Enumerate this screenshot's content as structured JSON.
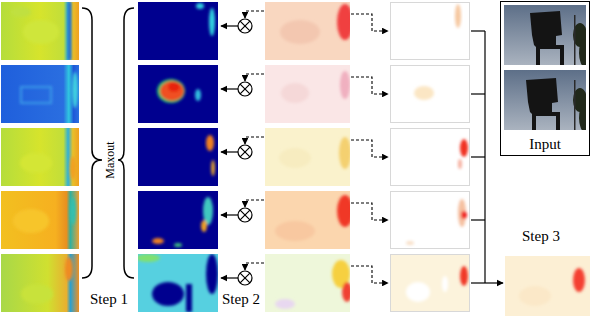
{
  "diagram": {
    "nodes": [
      {
        "text": [
          "Input"
        ]
      }
    ],
    "labels": [
      "Maxout",
      "Step 1",
      "Step 2",
      "Step 3"
    ]
  }
}
